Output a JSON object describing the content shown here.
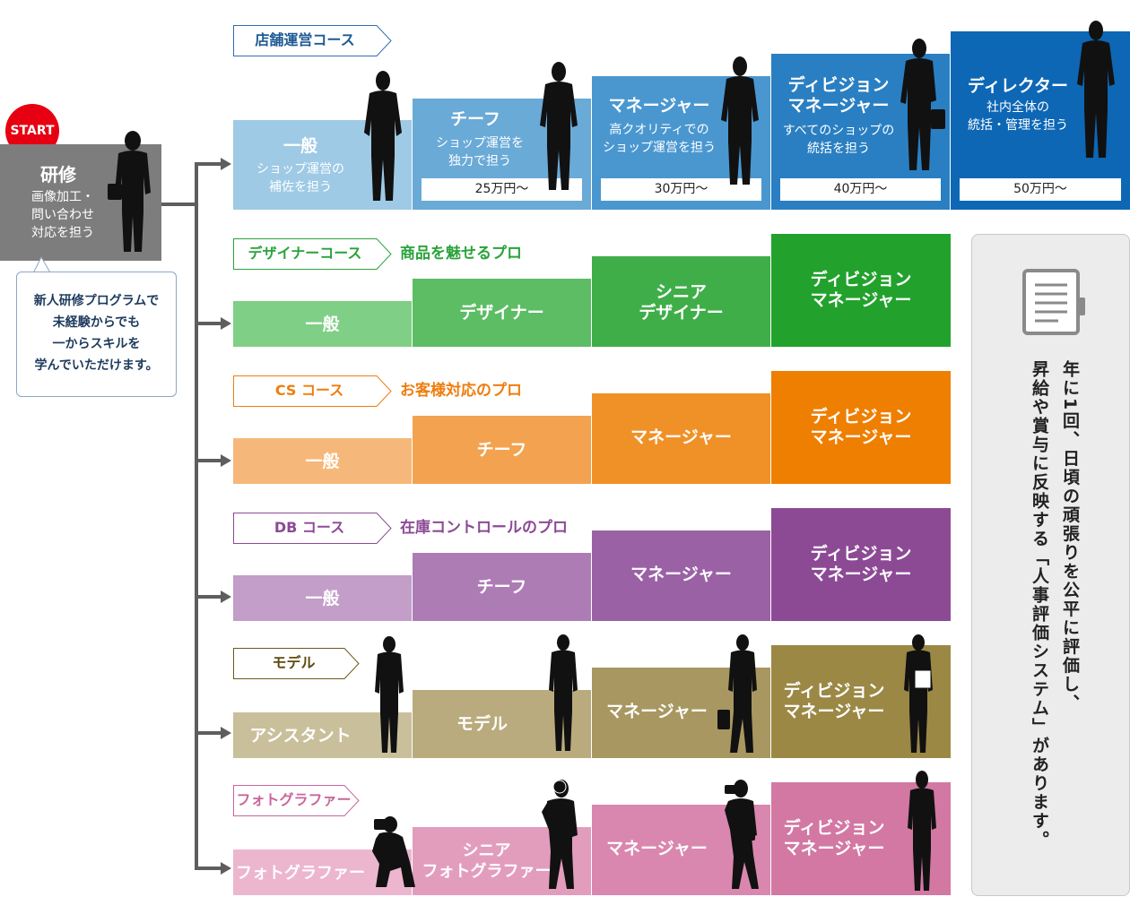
{
  "start": {
    "badge": "START",
    "title": "研修",
    "desc": [
      "画像加工・",
      "問い合わせ",
      "対応を担う"
    ],
    "bubble": [
      "新人研修プログラムで",
      "未経験からでも",
      "一からスキルを",
      "学んでいただけます。"
    ]
  },
  "store": {
    "course": "店舗運営コース",
    "steps": [
      {
        "title": [
          "一般"
        ],
        "desc": [
          "ショップ運営の",
          "補佐を担う"
        ]
      },
      {
        "title": [
          "チーフ"
        ],
        "desc": [
          "ショップ運営を",
          "独力で担う"
        ],
        "salary": "25万円〜"
      },
      {
        "title": [
          "マネージャー"
        ],
        "desc": [
          "高クオリティでの",
          "ショップ運営を担う"
        ],
        "salary": "30万円〜"
      },
      {
        "title": [
          "ディビジョン",
          "マネージャー"
        ],
        "desc": [
          "すべてのショップの",
          "統括を担う"
        ],
        "salary": "40万円〜"
      },
      {
        "title": [
          "ディレクター"
        ],
        "desc": [
          "社内全体の",
          "統括・管理を担う"
        ],
        "salary": "50万円〜"
      }
    ],
    "colors": [
      "#9ecae5",
      "#6aaad7",
      "#4a97d0",
      "#2a7fc2",
      "#0d67b5"
    ]
  },
  "designer": {
    "course": "デザイナーコース",
    "slogan": "商品を魅せるプロ",
    "accent": "#2aa33a",
    "steps": [
      [
        "一般"
      ],
      [
        "デザイナー"
      ],
      [
        "シニア",
        "デザイナー"
      ],
      [
        "ディビジョン",
        "マネージャー"
      ]
    ],
    "colors": [
      "#7fcf86",
      "#5cbd64",
      "#3fae48",
      "#22a22d"
    ]
  },
  "cs": {
    "course": "CS コース",
    "slogan": "お客様対応のプロ",
    "accent": "#ee7d0d",
    "steps": [
      [
        "一般"
      ],
      [
        "チーフ"
      ],
      [
        "マネージャー"
      ],
      [
        "ディビジョン",
        "マネージャー"
      ]
    ],
    "colors": [
      "#f6b87a",
      "#f3a34f",
      "#f09128",
      "#ee7f00"
    ]
  },
  "db": {
    "course": "DB コース",
    "slogan": "在庫コントロールのプロ",
    "accent": "#8c4a95",
    "steps": [
      [
        "一般"
      ],
      [
        "チーフ"
      ],
      [
        "マネージャー"
      ],
      [
        "ディビジョン",
        "マネージャー"
      ]
    ],
    "colors": [
      "#c29ec8",
      "#ad7cb5",
      "#9b61a5",
      "#8c4a95"
    ]
  },
  "model": {
    "course": "モデル",
    "accent": "#5e4c10",
    "steps": [
      [
        "アシスタント"
      ],
      [
        "モデル"
      ],
      [
        "マネージャー"
      ],
      [
        "ディビジョン",
        "マネージャー"
      ]
    ],
    "colors": [
      "#c9bf9b",
      "#b9ab7d",
      "#a89760",
      "#9b8845"
    ]
  },
  "photo": {
    "course": "フォトグラファー",
    "accent": "#c8679c",
    "steps": [
      [
        "フォトグラファー"
      ],
      [
        "シニア",
        "フォトグラファー"
      ],
      [
        "マネージャー"
      ],
      [
        "ディビジョン",
        "マネージャー"
      ]
    ],
    "colors": [
      "#ecb6cf",
      "#e29dbd",
      "#d987ae",
      "#d278a3"
    ]
  },
  "evaluation": {
    "lines": [
      "年に1回、日頃の頑張りを公平に評価し、",
      "昇給や賞与に反映する「人事評価システム」があります。"
    ]
  }
}
